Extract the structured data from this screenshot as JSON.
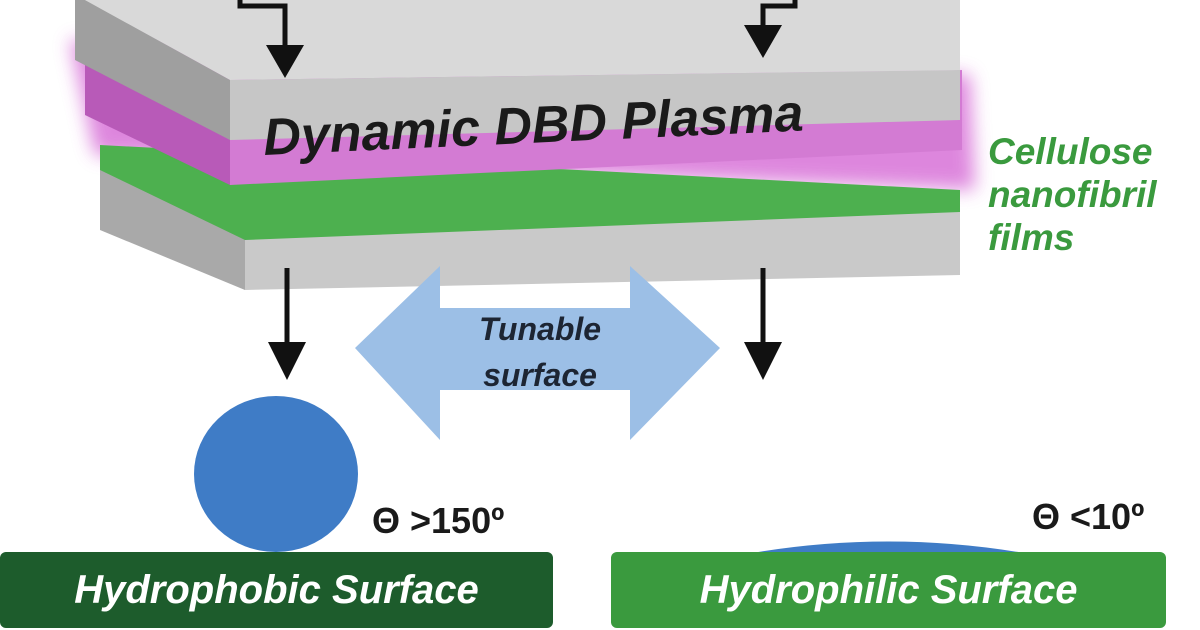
{
  "labels": {
    "plasma": "Dynamic DBD Plasma",
    "film_line1": "Cellulose",
    "film_line2": "nanofibril",
    "film_line3": "films",
    "tunable_line1": "Tunable",
    "tunable_line2": "surface",
    "angle_hydrophobic": "Θ >150º",
    "angle_hydrophilic": "Θ <10º",
    "surface_hydrophobic": "Hydrophobic Surface",
    "surface_hydrophilic": "Hydrophilic Surface"
  },
  "colors": {
    "electrode": "#c8c8c8",
    "plasma": "#d070d0",
    "film": "#4caf50",
    "droplet": "#3f7cc6",
    "double_arrow": "#9cbfe6",
    "hydrophobic_base": "#1d5c2c",
    "hydrophilic_base": "#3a9a3e"
  }
}
